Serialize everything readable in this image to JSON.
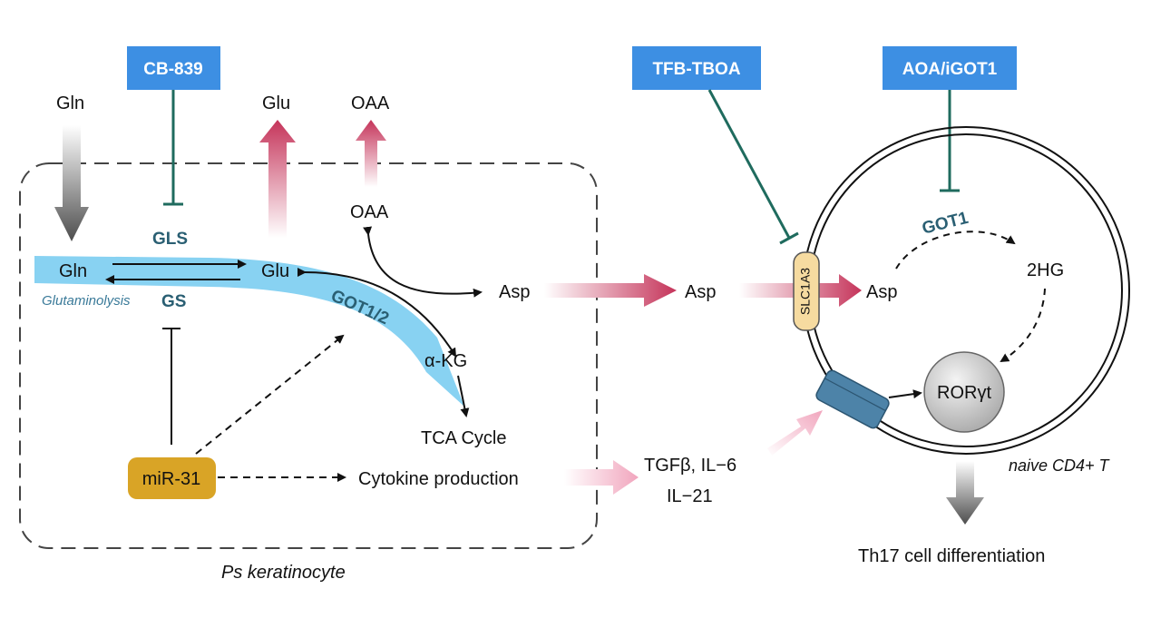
{
  "inhibitors": {
    "cb839": "CB-839",
    "tfb_tboa": "TFB-TBOA",
    "aoa_igot1": "AOA/iGOT1"
  },
  "keratinocyte": {
    "cell_label": "Ps keratinocyte",
    "gln_outside": "Gln",
    "glu_out": "Glu",
    "oaa_out": "OAA",
    "oaa_in": "OAA",
    "gls": "GLS",
    "gln": "Gln",
    "glu": "Glu",
    "glutaminolysis": "Glutaminolysis",
    "gs": "GS",
    "got12": "GOT1/2",
    "asp": "Asp",
    "akg": "α-KG",
    "tca": "TCA Cycle",
    "mir31": "miR-31",
    "cytokine_production": "Cytokine production"
  },
  "extracellular": {
    "asp": "Asp",
    "cytokines_line1": "TGFβ, IL−6",
    "cytokines_line2": "IL−21"
  },
  "tcell": {
    "transporter": "SLC1A3",
    "asp": "Asp",
    "got1": "GOT1",
    "hg": "2HG",
    "rorgt": "RORγt",
    "cell_label": "naive CD4+ T",
    "outcome": "Th17 cell differentiation"
  },
  "colors": {
    "inhibitor_box": "#3d8fe3",
    "inhibitor_line": "#1f6b5e",
    "glutaminolysis_band": "#88d2f2",
    "asp_arrow": "#c5345a",
    "cytokine_arrow": "#f1a5bd",
    "mir31": "#d9a426",
    "slc1a3": "#f6dba0",
    "receptor": "#4d83a8",
    "teal_label": "#2a5f73"
  }
}
